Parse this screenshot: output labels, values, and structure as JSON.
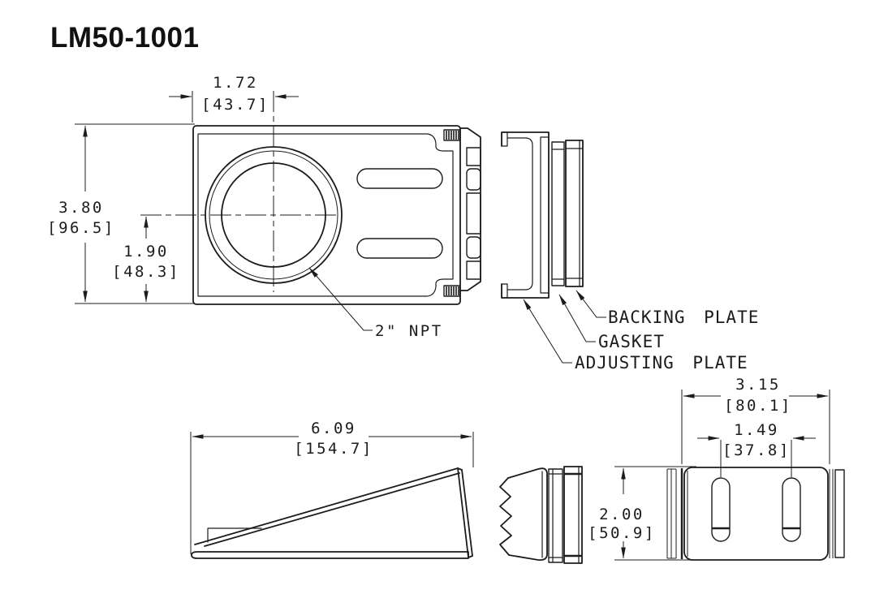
{
  "title": "LM50-1001",
  "colors": {
    "line": "#1c1c1c",
    "background": "#ffffff"
  },
  "front_view": {
    "hole_leader_label": "2\"  NPT",
    "dims": {
      "offset": {
        "in": "1.72",
        "mm": "[43.7]"
      },
      "height": {
        "in": "3.80",
        "mm": "[96.5]"
      },
      "center_height": {
        "in": "1.90",
        "mm": "[48.3]"
      }
    }
  },
  "exploded_view": {
    "labels": {
      "backing_plate": "BACKING PLATE",
      "gasket": "GASKET",
      "adjusting_plate": "ADJUSTING PLATE"
    }
  },
  "profile_view": {
    "dims": {
      "length": {
        "in": "6.09",
        "mm": "[154.7]"
      }
    }
  },
  "rear_view": {
    "dims": {
      "width": {
        "in": "3.15",
        "mm": "[80.1]"
      },
      "slot_spacing": {
        "in": "1.49",
        "mm": "[37.8]"
      },
      "height": {
        "in": "2.00",
        "mm": "[50.9]"
      }
    }
  }
}
